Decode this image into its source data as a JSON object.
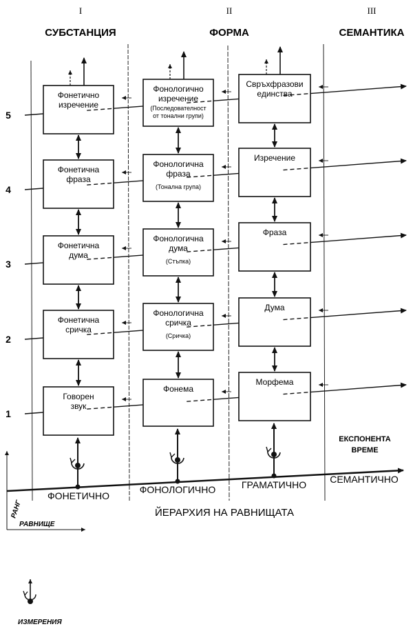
{
  "columns": [
    {
      "roman": "I",
      "title": "СУБСТАНЦИЯ"
    },
    {
      "roman": "II",
      "title": "ФОРМА"
    },
    {
      "roman": "III",
      "title": "СЕМАНТИКА"
    }
  ],
  "ranks": [
    "5",
    "4",
    "3",
    "2",
    "1"
  ],
  "phonetic_boxes": [
    [
      "Фонетично",
      "изречение"
    ],
    [
      "Фонетична",
      "фраза"
    ],
    [
      "Фонетична",
      "дума"
    ],
    [
      "Фонетична",
      "сричка"
    ],
    [
      "Говорен",
      "звук"
    ]
  ],
  "phonological_boxes": [
    {
      "lines": [
        "Фонологично",
        "изречение"
      ],
      "sub": [
        "(Последователност",
        "от тонални групи)"
      ]
    },
    {
      "lines": [
        "Фонологична",
        "фраза"
      ],
      "sub": [
        "(Тонална група)"
      ]
    },
    {
      "lines": [
        "Фонологична",
        "дума"
      ],
      "sub": [
        "(Стъпка)"
      ]
    },
    {
      "lines": [
        "Фонологична",
        "сричка"
      ],
      "sub": [
        "(Сричка)"
      ]
    },
    {
      "lines": [
        "Фонема"
      ],
      "sub": []
    }
  ],
  "grammatical_boxes": [
    [
      "Свръхфразови",
      "единства"
    ],
    [
      "Изречение"
    ],
    [
      "Фраза"
    ],
    [
      "Дума"
    ],
    [
      "Морфема"
    ]
  ],
  "planes": [
    "ФОНЕТИЧНО",
    "ФОНОЛОГИЧНО",
    "ГРАМАТИЧНО",
    "СЕМАНТИЧНО"
  ],
  "caption": "ЙЕРАРХИЯ НА РАВНИЩАТА",
  "exponent_label": [
    "ЕКСПОНЕНТА",
    "ВРЕМЕ"
  ],
  "axis": {
    "rank": "РАНГ",
    "level": "РАВНИЩЕ"
  },
  "legend_label": "ИЗМЕРЕНИЯ"
}
